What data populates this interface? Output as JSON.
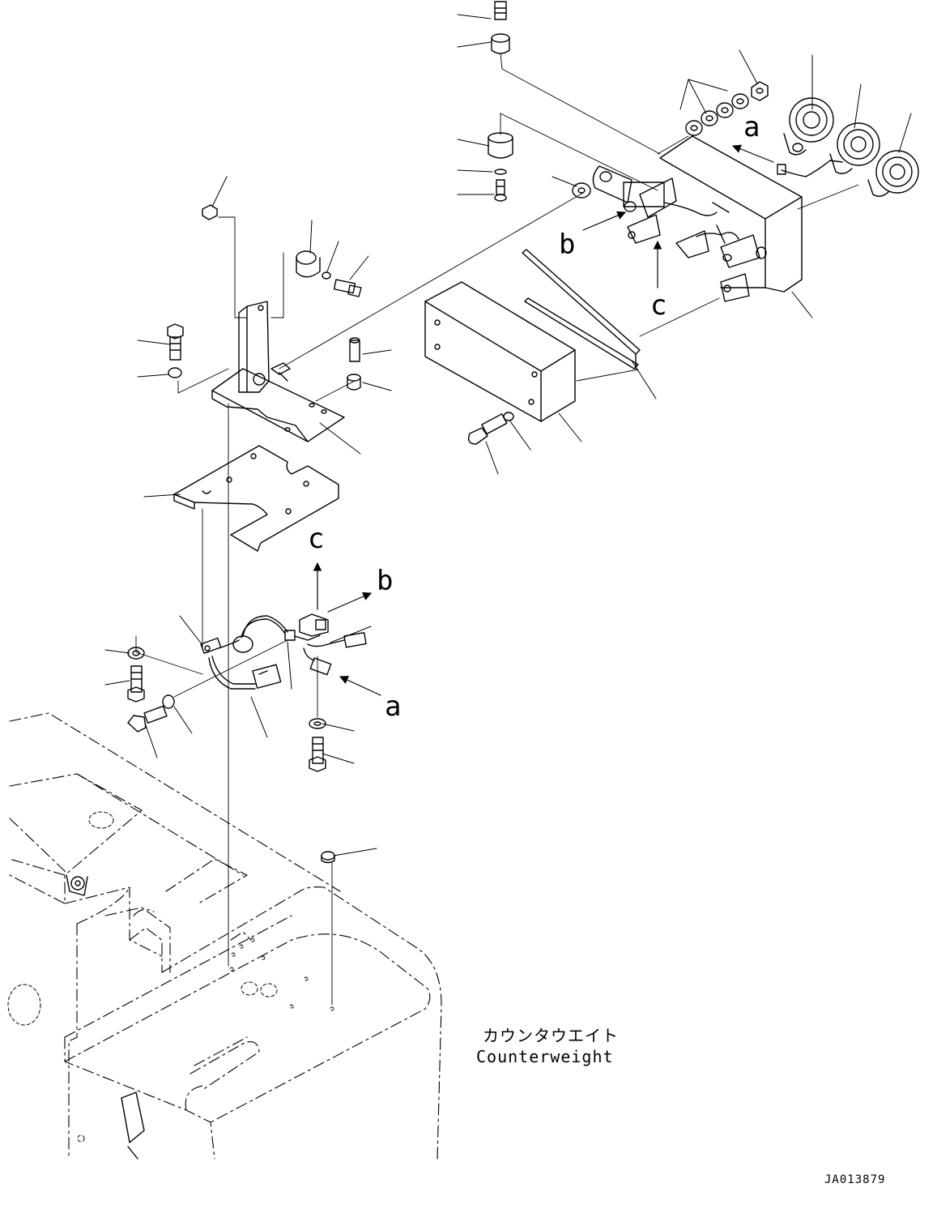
{
  "labels": {
    "arrow_a_top": "a",
    "arrow_b_top": "b",
    "arrow_c_top": "c",
    "arrow_c_bottom": "c",
    "arrow_b_bottom": "b",
    "arrow_a_bottom": "a",
    "counterweight_jp": "カウンタウエイト",
    "counterweight_en": "Counterweight",
    "drawing_code": "JA013879"
  },
  "colors": {
    "ink": "#000000",
    "paper": "#ffffff"
  }
}
